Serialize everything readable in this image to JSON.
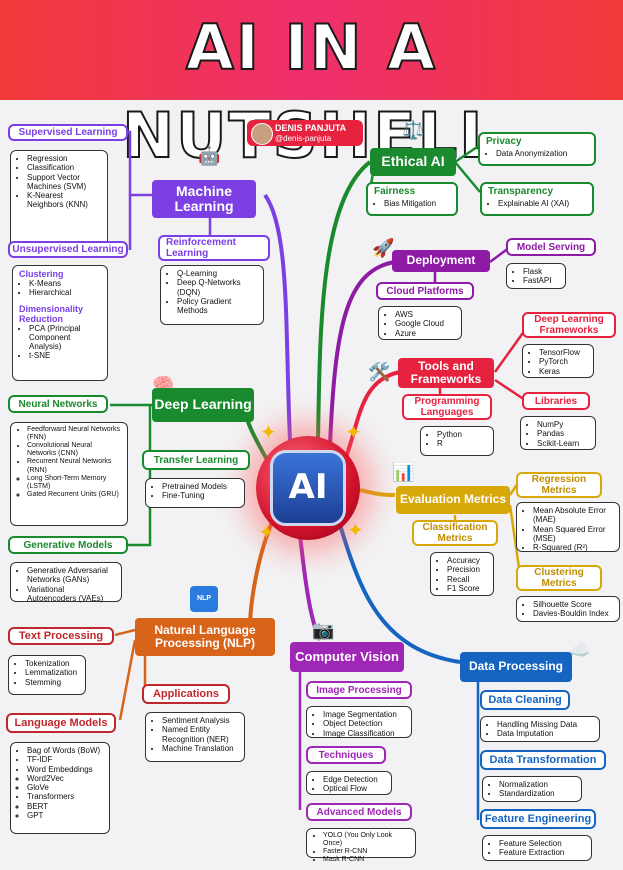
{
  "title": "AI IN A NUTSHELL",
  "author": {
    "name": "DENIS PANJUTA",
    "handle": "@denis-panjuta"
  },
  "center_label": "AI",
  "ml": {
    "title": "Machine Learning",
    "supervised": {
      "title": "Supervised Learning",
      "items": [
        "Regression",
        "Classification",
        "Support Vector Machines (SVM)",
        "K-Nearest Neighbors (KNN)"
      ]
    },
    "unsupervised": {
      "title": "Unsupervised Learning",
      "clustering": {
        "title": "Clustering",
        "items": [
          "K-Means",
          "Hierarchical"
        ]
      },
      "dimred": {
        "title": "Dimensionality Reduction",
        "items": [
          "PCA (Principal Component Analysis)",
          "t-SNE"
        ]
      }
    },
    "reinforcement": {
      "title": "Reinforcement Learning",
      "items": [
        "Q-Learning",
        "Deep Q-Networks (DQN)",
        "Policy Gradient Methods"
      ]
    }
  },
  "dl": {
    "title": "Deep Learning",
    "nn": {
      "title": "Neural Networks",
      "items": [
        "Feedforward Neural Networks (FNN)",
        "Convolutional Neural Networks (CNN)",
        "Recurrent Neural Networks (RNN)"
      ],
      "sub": [
        "Long Short-Term Memory (LSTM)",
        "Gated Recurrent Units (GRU)"
      ]
    },
    "transfer": {
      "title": "Transfer Learning",
      "items": [
        "Pretrained Models",
        "Fine-Tuning"
      ]
    },
    "generative": {
      "title": "Generative Models",
      "items": [
        "Generative Adversarial Networks (GANs)",
        "Variational Autoencoders (VAEs)"
      ]
    }
  },
  "nlp": {
    "title": "Natural Language Processing (NLP)",
    "icon_text": "NLP",
    "text": {
      "title": "Text Processing",
      "items": [
        "Tokenization",
        "Lemmatization",
        "Stemming"
      ]
    },
    "apps": {
      "title": "Applications",
      "items": [
        "Sentiment Analysis",
        "Named Entity Recognition (NER)",
        "Machine Translation"
      ]
    },
    "lm": {
      "title": "Language Models",
      "items": [
        "Bag of Words (BoW)",
        "TF-IDF",
        "Word Embeddings"
      ],
      "emb": [
        "Word2Vec",
        "GloVe"
      ],
      "trans_title": "Transformers",
      "trans": [
        "BERT",
        "GPT"
      ]
    }
  },
  "cv": {
    "title": "Computer Vision",
    "img": {
      "title": "Image Processing",
      "items": [
        "Image Segmentation",
        "Object Detection",
        "Image Classification"
      ]
    },
    "tech": {
      "title": "Techniques",
      "items": [
        "Edge Detection",
        "Optical Flow"
      ]
    },
    "adv": {
      "title": "Advanced Models",
      "items": [
        "YOLO (You Only Look Once)",
        "Faster R-CNN",
        "Mask R-CNN"
      ]
    }
  },
  "ethics": {
    "title": "Ethical AI",
    "privacy": {
      "title": "Privacy",
      "items": [
        "Data Anonymization"
      ]
    },
    "fairness": {
      "title": "Fairness",
      "items": [
        "Bias Mitigation"
      ]
    },
    "transparency": {
      "title": "Transparency",
      "items": [
        "Explainable AI (XAI)"
      ]
    }
  },
  "deploy": {
    "title": "Deployment",
    "serving": {
      "title": "Model Serving",
      "items": [
        "Flask",
        "FastAPI"
      ]
    },
    "cloud": {
      "title": "Cloud Platforms",
      "items": [
        "AWS",
        "Google Cloud",
        "Azure"
      ]
    }
  },
  "tools": {
    "title": "Tools and Frameworks",
    "dlf": {
      "title": "Deep Learning Frameworks",
      "items": [
        "TensorFlow",
        "PyTorch",
        "Keras"
      ]
    },
    "lang": {
      "title": "Programming Languages",
      "items": [
        "Python",
        "R"
      ]
    },
    "libs": {
      "title": "Libraries",
      "items": [
        "NumPy",
        "Pandas",
        "Scikit-Learn"
      ]
    }
  },
  "eval": {
    "title": "Evaluation Metrics",
    "reg": {
      "title": "Regression Metrics",
      "items": [
        "Mean Absolute Error (MAE)",
        "Mean Squared Error (MSE)",
        "R-Squared (R²)"
      ]
    },
    "cls": {
      "title": "Classification Metrics",
      "items": [
        "Accuracy",
        "Precision",
        "Recall",
        "F1 Score"
      ]
    },
    "clu": {
      "title": "Clustering Metrics",
      "items": [
        "Silhouette Score",
        "Davies-Bouldin Index"
      ]
    }
  },
  "dp": {
    "title": "Data Processing",
    "clean": {
      "title": "Data Cleaning",
      "items": [
        "Handling Missing Data",
        "Data Imputation"
      ]
    },
    "transform": {
      "title": "Data Transformation",
      "items": [
        "Normalization",
        "Standardization"
      ]
    },
    "feat": {
      "title": "Feature Engineering",
      "items": [
        "Feature Selection",
        "Feature Extraction"
      ]
    }
  },
  "colors": {
    "ml": "#7b3fe4",
    "dl": "#1a8a2e",
    "nlp": "#d8641a",
    "cv": "#9e27b5",
    "ethics": "#1a8a2e",
    "deploy": "#8e1aa6",
    "tools": "#e6223f",
    "eval": "#d8a80a",
    "dp": "#1564c0",
    "text_red": "#c0272d"
  }
}
